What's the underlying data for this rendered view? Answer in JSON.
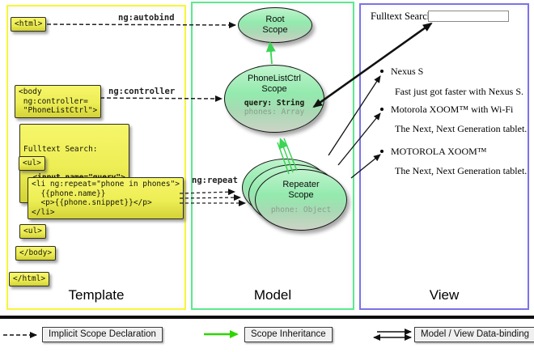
{
  "template": {
    "label": "Template",
    "boxes": {
      "html_open": "<html>",
      "body_open": "<body\n ng:controller=\n \"PhoneListCtrl\">",
      "fulltext_label": "Fulltext Search:",
      "fulltext_input": "  <input name=\"query\">",
      "ul_open": "<ul>",
      "li_repeat": "<li ng:repeat=\"phone in phones\">\n  {{phone.name}}\n  <p>{{phone.snippet}}</p>\n</li>",
      "ul_open2": "<ul>",
      "body_close": "</body>",
      "html_close": "</html>"
    }
  },
  "model": {
    "label": "Model",
    "root_scope": {
      "title": "Root\nScope"
    },
    "phonelist_scope": {
      "title": "PhoneListCtrl\nScope",
      "prop_query": "query: String",
      "prop_phones": "phones: Array"
    },
    "repeater_scope": {
      "title": "Repeater\nScope",
      "prop_phone": "phone: Object"
    },
    "arrows": {
      "autobind": "ng:autobind",
      "controller": "ng:controller",
      "repeat": "ng:repeat"
    }
  },
  "view": {
    "label": "View",
    "search_label": "Fulltext Search:",
    "search_value": "",
    "items": [
      {
        "name": "Nexus S",
        "desc": "Fast just got faster with Nexus S."
      },
      {
        "name": "Motorola XOOM™  with Wi-Fi",
        "desc": "The Next, Next Generation tablet."
      },
      {
        "name": "MOTOROLA XOOM™",
        "desc": "The Next, Next Generation tablet."
      }
    ]
  },
  "legend": {
    "implicit": "Implicit Scope Declaration",
    "inheritance": "Scope Inheritance",
    "databinding": "Model / View Data-binding"
  },
  "colors": {
    "template_border": "#f6f63c",
    "model_border": "#5ce98f",
    "view_border": "#7b72e9",
    "code_box_yellow": "#eded55",
    "scope_fill_green": "#93eaae",
    "inheritance_green": "#2ed500",
    "arrow_black": "#111111"
  }
}
